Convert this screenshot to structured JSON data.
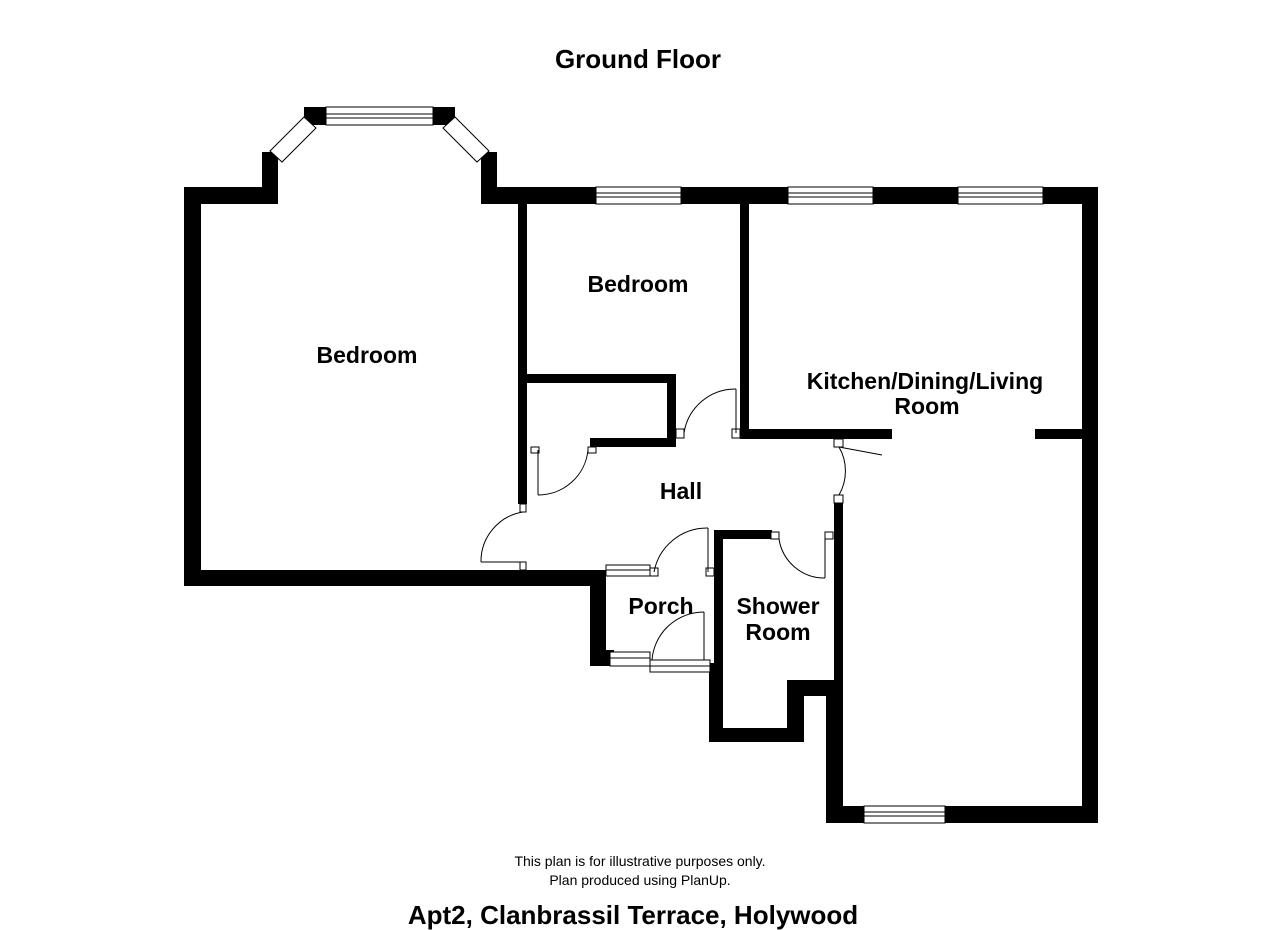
{
  "plan": {
    "floor_title": "Ground Floor",
    "rooms": {
      "bedroom_main": "Bedroom",
      "bedroom_second": "Bedroom",
      "kitchen_line1": "Kitchen/Dining/Living",
      "kitchen_line2": "Room",
      "hall": "Hall",
      "porch": "Porch",
      "shower_line1": "Shower",
      "shower_line2": "Room"
    },
    "disclaimer_line1": "This plan is for illustrative purposes only.",
    "disclaimer_line2": "Plan produced using PlanUp.",
    "address": "Apt2, Clanbrassil Terrace, Holywood"
  }
}
